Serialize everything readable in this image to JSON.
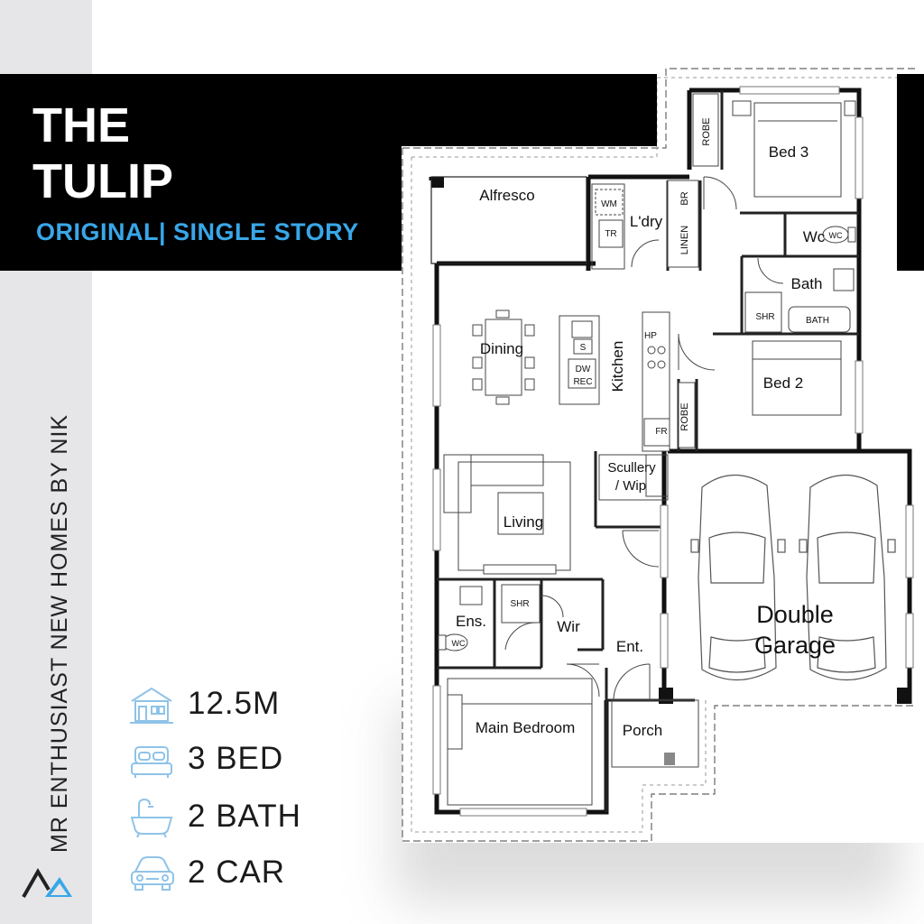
{
  "title": {
    "line1": "THE",
    "line2": "TULIP",
    "subtitle": "ORIGINAL| SINGLE STORY"
  },
  "brand": {
    "vertical_text": "MR ENTHUSIAST NEW HOMES BY NIK",
    "logo_icon": "triangle-logo-icon"
  },
  "stats": [
    {
      "icon": "house-frontage-icon",
      "value": "12.5M"
    },
    {
      "icon": "bed-icon",
      "value": "3 BED"
    },
    {
      "icon": "bathtub-icon",
      "value": "2 BATH"
    },
    {
      "icon": "car-icon",
      "value": "2 CAR"
    }
  ],
  "floorplan": {
    "rooms": {
      "alfresco": "Alfresco",
      "wm": "WM",
      "tr": "TR",
      "laundry": "L'dry",
      "br": "BR",
      "linen": "LINEN",
      "robe_bed3": "ROBE",
      "bed3": "Bed 3",
      "wc": "Wc",
      "wc_fixture": "WC",
      "bath": "Bath",
      "shr_bath": "SHR",
      "bath_fixture": "BATH",
      "bed2": "Bed 2",
      "robe_bed2": "ROBE",
      "dining": "Dining",
      "kitchen": "Kitchen",
      "sink": "S",
      "dw": "DW",
      "rec": "REC",
      "hp": "HP",
      "fr": "FR",
      "scullery_line1": "Scullery",
      "scullery_line2": "/ Wip",
      "living": "Living",
      "double_garage_line1": "Double",
      "double_garage_line2": "Garage",
      "ensuite": "Ens.",
      "shr_ens": "SHR",
      "wir": "Wir",
      "ens_wc": "WC",
      "entry": "Ent.",
      "main_bedroom": "Main Bedroom",
      "porch": "Porch"
    }
  },
  "colors": {
    "accent": "#38a7e8",
    "band": "#000000",
    "sidebar": "#e6e6e8",
    "icon_blue": "#8fc3e8"
  }
}
